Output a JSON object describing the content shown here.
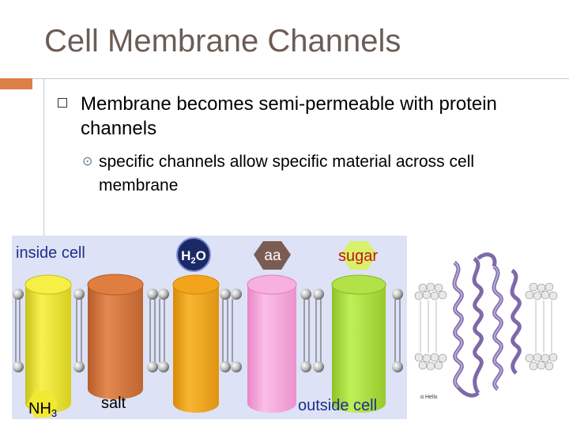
{
  "slide": {
    "title": "Cell Membrane Channels",
    "bullet_main": "Membrane becomes semi-permeable with protein channels",
    "bullet_sub": "specific channels allow specific material across cell membrane"
  },
  "diagram": {
    "inside_label": "inside cell",
    "outside_label": "outside cell",
    "h2o_label": "H2O",
    "aa_label": "aa",
    "sugar_label": "sugar",
    "nh3_label": "NH3",
    "salt_label": "salt"
  },
  "helix": {
    "label": "α Helix"
  },
  "colors": {
    "title": "#6b5d55",
    "accent": "#dd8047",
    "membrane_bg": "#dde2f6",
    "channel_yellow": "#f1ea32",
    "channel_brown": "#d77a3f",
    "channel_orange": "#f3a51a",
    "channel_pink": "#f6a6dc",
    "channel_green": "#a9dc3f",
    "h2o_circle": "#1b2a66",
    "aa_hex": "#7b5c52",
    "sugar_hex": "#d7f169",
    "label_blue": "#1f2f8a",
    "label_red": "#c2161b"
  }
}
